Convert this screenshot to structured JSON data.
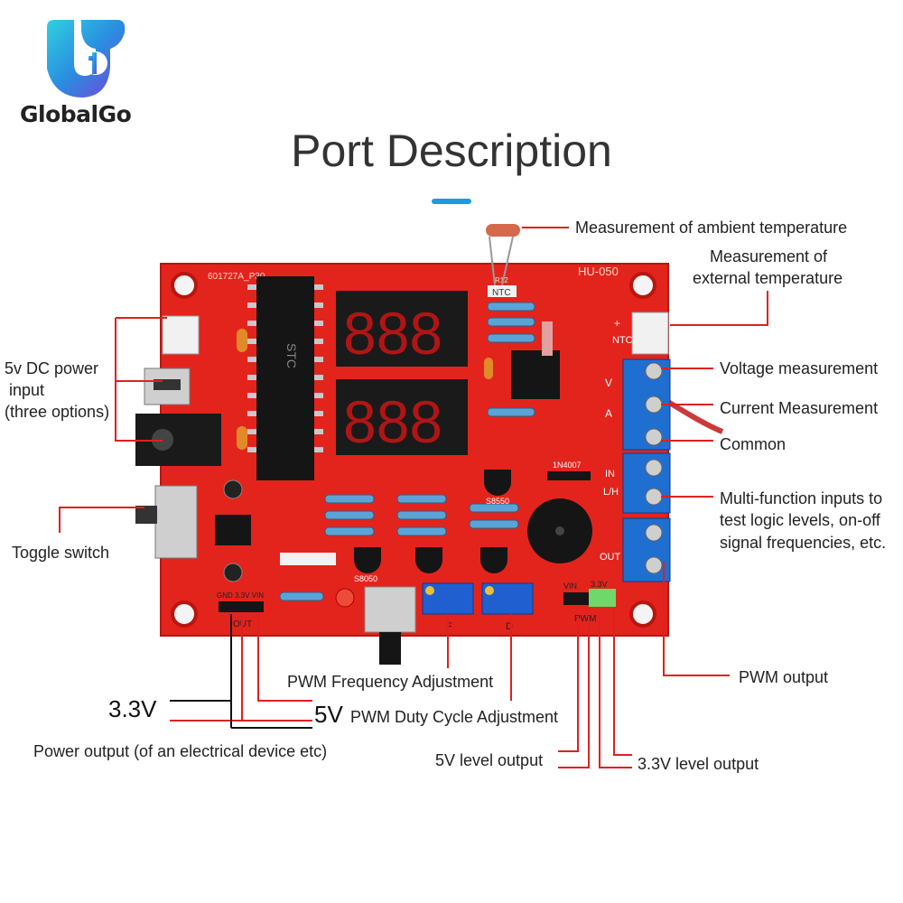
{
  "brand": {
    "name": "GlobalGo"
  },
  "title": "Port Description",
  "colors": {
    "accent": "#1e9be0",
    "pcb": "#e3241c",
    "leader": "#e02020",
    "terminal": "#1f6fd0"
  },
  "board": {
    "silkscreen_top": "601727A_P30",
    "model": "HU-050",
    "chip": "STC",
    "display_top": "888",
    "display_bottom": "888",
    "marks": {
      "v": "V",
      "a": "A",
      "in": "IN",
      "lh": "L/H",
      "out": "OUT",
      "ntc": "NTC",
      "plus": "+",
      "pwm": "PWM",
      "vin": "VIN",
      "v33": "3.3V",
      "f": "F",
      "d": "D",
      "p3_header": "GND 3.3V VIN",
      "p3_out": "OUT",
      "diode": "1N4007",
      "s8550": "S8550",
      "s8050": "S8050",
      "r12": "R12",
      "ntc_box": "NTC"
    }
  },
  "labels": {
    "ambient_temp": "Measurement of ambient temperature",
    "external_temp_1": "Measurement of",
    "external_temp_2": "external temperature",
    "voltage": "Voltage measurement",
    "current": "Current Measurement",
    "common": "Common",
    "multi_1": "Multi-function inputs to",
    "multi_2": "test logic levels, on-off",
    "multi_3": "signal frequencies, etc.",
    "power_in_1": "5v DC power",
    "power_in_2": "input",
    "power_in_3": "(three options)",
    "toggle": "Toggle switch",
    "pwm_freq": "PWM Frequency Adjustment",
    "pwm_duty": "PWM Duty Cycle Adjustment",
    "v33": "3.3V",
    "v5": "5V",
    "power_out": "Power output (of an electrical device etc)",
    "level_5v": "5V level output",
    "level_33v": "3.3V level output",
    "pwm_out": "PWM output"
  }
}
